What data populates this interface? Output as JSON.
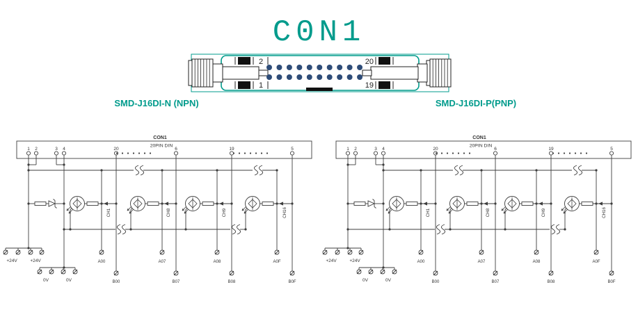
{
  "page": {
    "title": "C0N1",
    "colors": {
      "teal": "#009b8c",
      "line": "#3d3d3d",
      "pin_dot": "#2e4c78",
      "text": "#333333"
    }
  },
  "connector": {
    "corner_pins": {
      "top_left": "2",
      "bottom_left": "1",
      "top_right": "20",
      "bottom_right": "19"
    },
    "pin_rows": 2,
    "pin_cols": 10
  },
  "diagrams": [
    {
      "id": "npn",
      "label": "SMD-J16DI-N (NPN)",
      "variant": "npn",
      "connector_title": "CON1",
      "connector_subtitle": "20PIN DIN",
      "pin_numbers": [
        "1",
        "2",
        "3",
        "4",
        "20",
        "6",
        "19",
        "5"
      ],
      "channels": [
        {
          "label": "CH1",
          "a": "A00",
          "b": "B00"
        },
        {
          "label": "CH8",
          "a": "A07",
          "b": "B07"
        },
        {
          "label": "CH9",
          "a": "A08",
          "b": "B08"
        },
        {
          "label": "CH16",
          "a": "A0F",
          "b": "B0F"
        }
      ],
      "power_labels": [
        "+24V",
        "+24V"
      ],
      "ground_labels": [
        "0V",
        "0V"
      ]
    },
    {
      "id": "pnp",
      "label": "SMD-J16DI-P(PNP)",
      "variant": "pnp",
      "connector_title": "CON1",
      "connector_subtitle": "20PIN DIN",
      "pin_numbers": [
        "1",
        "2",
        "3",
        "4",
        "20",
        "6",
        "19",
        "5"
      ],
      "channels": [
        {
          "label": "CH1",
          "a": "A00",
          "b": "B00"
        },
        {
          "label": "CH8",
          "a": "A07",
          "b": "B07"
        },
        {
          "label": "CH9",
          "a": "A08",
          "b": "B08"
        },
        {
          "label": "CH16",
          "a": "A0F",
          "b": "B0F"
        }
      ],
      "power_labels": [
        "+24V",
        "+24V"
      ],
      "ground_labels": [
        "0V",
        "0V"
      ]
    }
  ]
}
